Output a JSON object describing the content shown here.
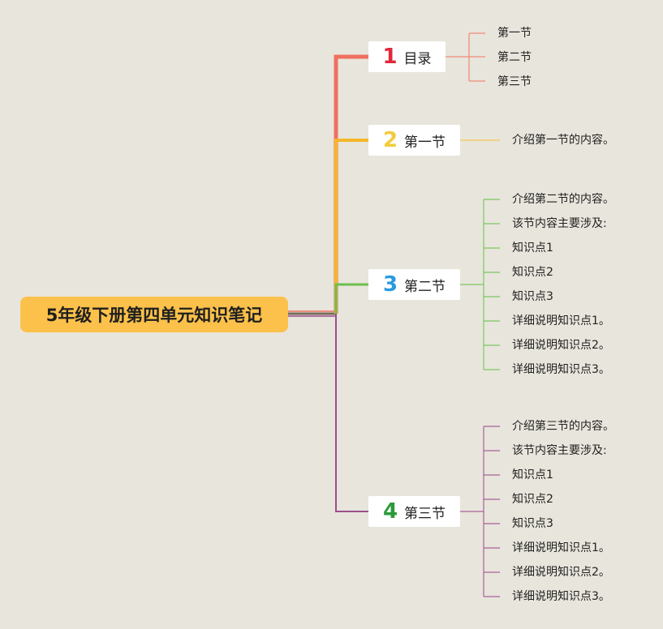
{
  "root": {
    "title": "5年级下册第四单元知识笔记"
  },
  "colors": {
    "background": "#e8e5dc",
    "root_fill": "#fbc14a",
    "branch1": "#f07060",
    "branch2": "#f5b72a",
    "branch3": "#6cbf4e",
    "branch4": "#9a4f8c",
    "num1": "#e1273c",
    "num2": "#f2cc3d",
    "num3": "#2a9be0",
    "num4": "#2a9a3a"
  },
  "branches": [
    {
      "number": "1",
      "label": "目录",
      "children": [
        "第一节",
        "第二节",
        "第三节"
      ]
    },
    {
      "number": "2",
      "label": "第一节",
      "children": [
        "介绍第一节的内容。"
      ]
    },
    {
      "number": "3",
      "label": "第二节",
      "children": [
        "介绍第二节的内容。",
        "该节内容主要涉及:",
        "知识点1",
        "知识点2",
        "知识点3",
        "详细说明知识点1。",
        "详细说明知识点2。",
        "详细说明知识点3。"
      ]
    },
    {
      "number": "4",
      "label": "第三节",
      "children": [
        "介绍第三节的内容。",
        "该节内容主要涉及:",
        "知识点1",
        "知识点2",
        "知识点3",
        "详细说明知识点1。",
        "详细说明知识点2。",
        "详细说明知识点3。"
      ]
    }
  ]
}
